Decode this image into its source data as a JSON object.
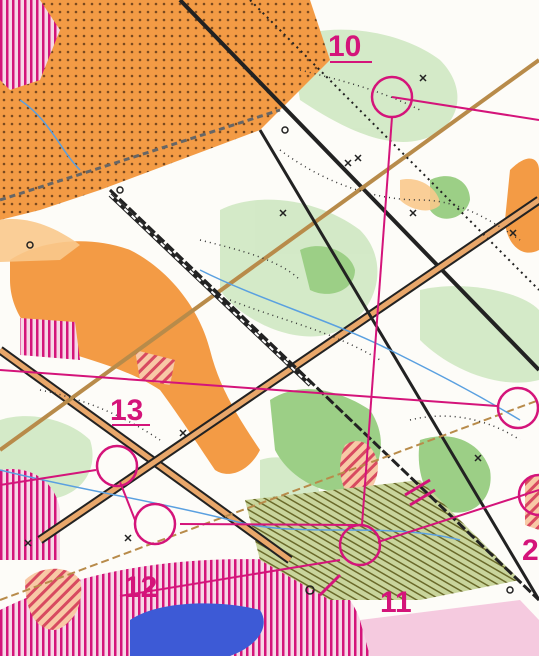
{
  "map": {
    "type": "orienteering-map",
    "colors": {
      "course": "#d4147a",
      "open_land": "#f5a24a",
      "rough_open": "#f9c98c",
      "green": "#9ccf86",
      "light_green": "#cfe8c2",
      "track": "#222222",
      "road_fill": "#e9a76a",
      "water": "#5aa0e0",
      "blue_marsh": "#3d5ad6"
    },
    "controls": [
      {
        "id": "c10",
        "label": "10"
      },
      {
        "id": "c11",
        "label": "11"
      },
      {
        "id": "c12",
        "label": "12"
      },
      {
        "id": "c13",
        "label": "13"
      },
      {
        "id": "c2",
        "label": "2"
      }
    ]
  }
}
